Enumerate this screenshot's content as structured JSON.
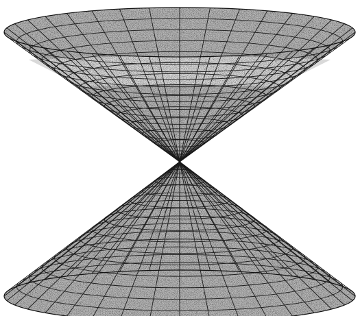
{
  "figure": {
    "shape": "double cone",
    "upper_nappe": {
      "meridian_count": 36,
      "parallel_count": 14
    },
    "lower_nappe": {
      "meridian_count": 36,
      "parallel_count": 14
    },
    "colors": {
      "background": "#ffffff",
      "surface_outer": "#b8b8b8",
      "surface_inner": "#d9d9d9",
      "lines": "#1a1a1a"
    }
  }
}
